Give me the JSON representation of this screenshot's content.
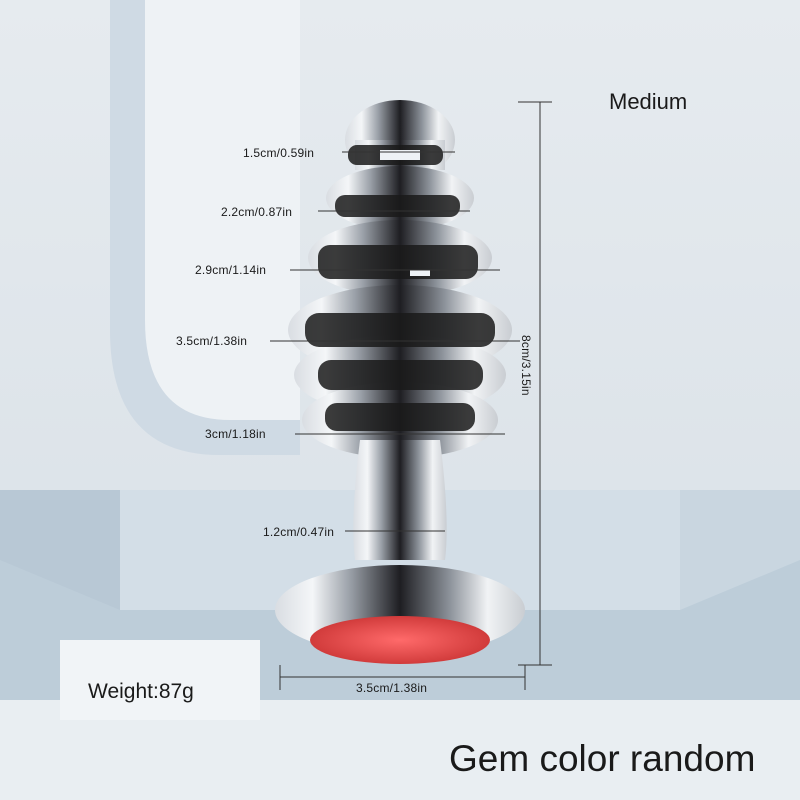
{
  "size_label": "Medium",
  "weight_label": "Weight:87g",
  "gem_note": "Gem color random",
  "dimensions": {
    "d1": "1.5cm/0.59in",
    "d2": "2.2cm/0.87in",
    "d3": "2.9cm/1.14in",
    "d4": "3.5cm/1.38in",
    "d5": "3cm/1.18in",
    "d6": "1.2cm/0.47in",
    "base_width": "3.5cm/1.38in",
    "height": "8cm/3.15in"
  },
  "colors": {
    "background": "#dfe6ec",
    "gem": "#e04545",
    "metal_dark": "#1a1a1a",
    "metal_light": "#eef2f6"
  }
}
